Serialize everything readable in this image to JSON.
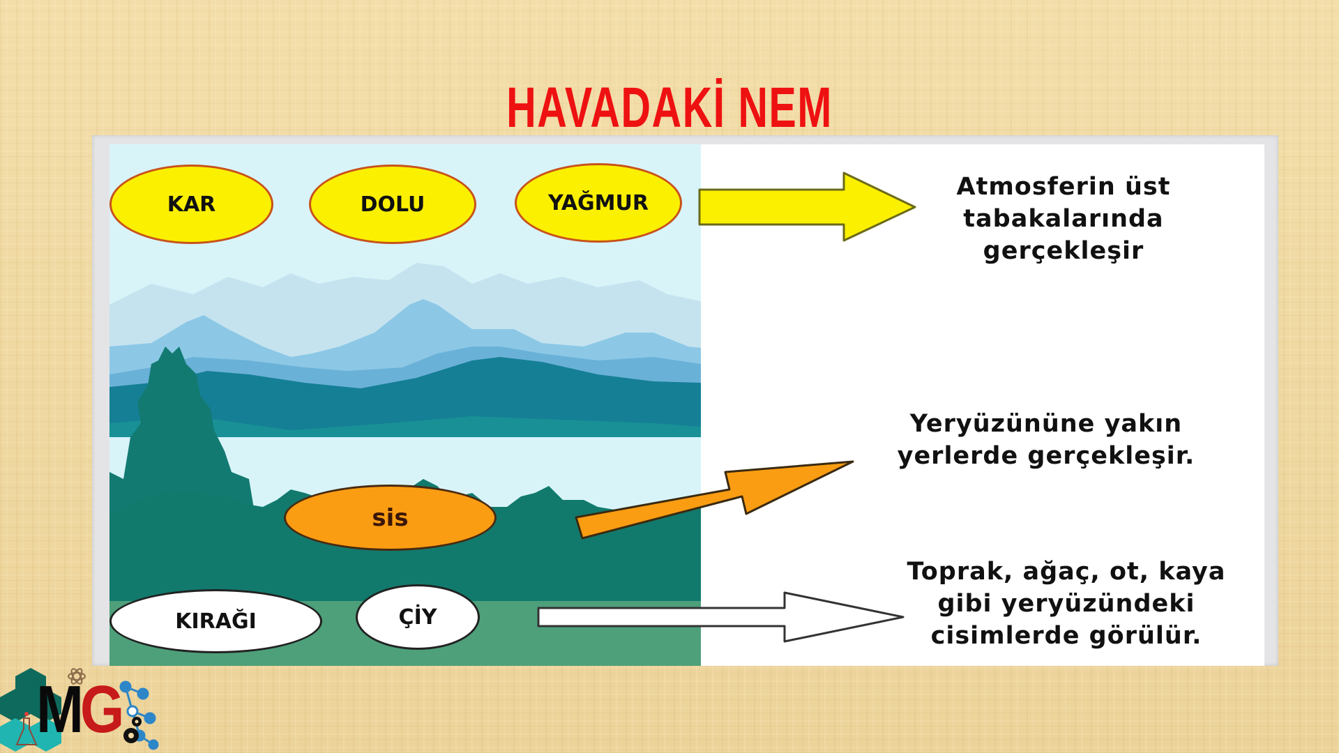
{
  "title": "HAVADAKİ NEM",
  "colors": {
    "title": "#ee1111",
    "yellow": "#fbf000",
    "orange": "#fb9d12",
    "sky": "#d8f4f9",
    "background": "#f0d9a2"
  },
  "diagram": {
    "upper_forms": [
      {
        "label": "KAR"
      },
      {
        "label": "DOLU"
      },
      {
        "label": "YAĞMUR"
      }
    ],
    "middle_forms": [
      {
        "label": "SİS"
      }
    ],
    "lower_forms": [
      {
        "label": "KIRAĞI"
      },
      {
        "label": "ÇİY"
      }
    ],
    "descriptions": {
      "upper": [
        "Atmosferin üst",
        "tabakalarında",
        "gerçekleşir"
      ],
      "middle": [
        "Yeryüzününe yakın",
        "yerlerde gerçekleşir."
      ],
      "lower": [
        "Toprak, ağaç, ot, kaya",
        "gibi yeryüzündeki",
        "cisimlerde görülür."
      ]
    },
    "arrows": [
      {
        "name": "yellow-arrow",
        "color": "#fbf000",
        "from": "upper_forms",
        "to": "descriptions.upper"
      },
      {
        "name": "orange-arrow",
        "color": "#fb9d12",
        "from": "middle_forms",
        "to": "descriptions.middle"
      },
      {
        "name": "white-arrow",
        "color": "#ffffff",
        "from": "lower_forms",
        "to": "descriptions.lower"
      }
    ]
  },
  "logo": {
    "text_m": "M",
    "text_g": "G"
  }
}
